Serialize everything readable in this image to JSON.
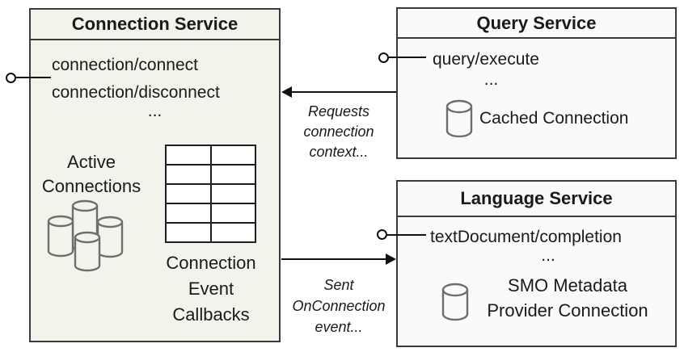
{
  "connection_service": {
    "title": "Connection Service",
    "methods": [
      "connection/connect",
      "connection/disconnect"
    ],
    "ellipsis": "...",
    "active_connections": [
      "Active",
      "Connections"
    ],
    "callback_label": [
      "Connection",
      "Event",
      "Callbacks"
    ],
    "callback_table": {
      "rows": 5,
      "cols": 2
    }
  },
  "query_service": {
    "title": "Query Service",
    "method": "query/execute",
    "ellipsis": "...",
    "cached_connection": "Cached Connection"
  },
  "language_service": {
    "title": "Language Service",
    "method": "textDocument/completion",
    "ellipsis": "...",
    "smo_label": [
      "SMO Metadata",
      "Provider Connection"
    ]
  },
  "annotations": {
    "requests": [
      "Requests",
      "connection",
      "context..."
    ],
    "sent": [
      "Sent",
      "OnConnection",
      "event..."
    ]
  },
  "icons": {
    "connection_cluster": "database-cluster-icon",
    "cached_db": "database-icon",
    "smo_db": "database-icon"
  },
  "colors": {
    "connection_fill": "#f2f4ec",
    "service_fill": "#fafafa",
    "border": "#3a3a3a",
    "cylinder_stroke": "#6e6e6e",
    "line": "#111111"
  }
}
